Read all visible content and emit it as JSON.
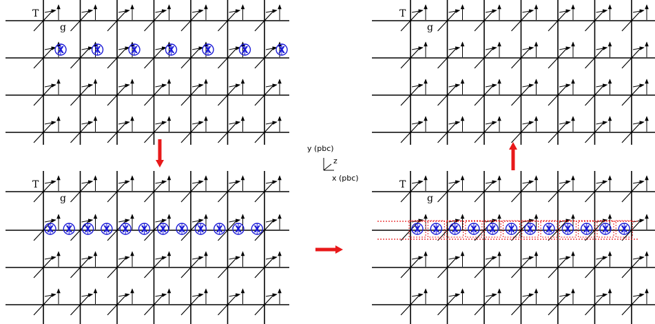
{
  "labels": {
    "tensor": "T",
    "gauge": "g",
    "axis_y": "y (pbc)",
    "axis_z": "z",
    "axis_x": "x (pbc)",
    "operator_symbol": "X"
  },
  "colors": {
    "lattice": "#000000",
    "operator": "#1a1ad6",
    "transition_arrow": "#e8191a",
    "outline": "#e8191a"
  },
  "panels": [
    {
      "name": "top-left",
      "operator_row": 1,
      "operator_density": "single",
      "dashed_outline": false
    },
    {
      "name": "top-right",
      "operator_row": null,
      "operator_density": "none",
      "dashed_outline": false
    },
    {
      "name": "bottom-left",
      "operator_row": 1,
      "operator_density": "double",
      "dashed_outline": false
    },
    {
      "name": "bottom-right",
      "operator_row": 1,
      "operator_density": "double",
      "dashed_outline": true
    }
  ],
  "transitions": [
    {
      "from": "top-left",
      "to": "bottom-left",
      "direction": "down"
    },
    {
      "from": "bottom-left",
      "to": "bottom-right",
      "direction": "right"
    },
    {
      "from": "bottom-right",
      "to": "top-right",
      "direction": "up"
    }
  ]
}
